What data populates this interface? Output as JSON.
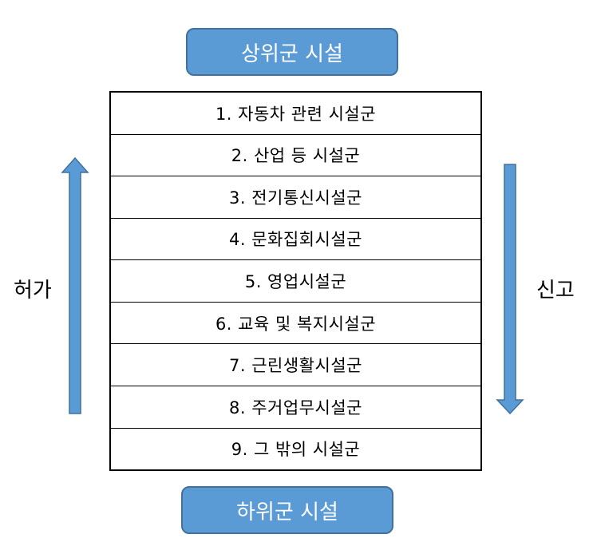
{
  "top_box": {
    "label": "상위군 시설"
  },
  "bottom_box": {
    "label": "하위군 시설"
  },
  "rows": [
    {
      "label": "1. 자동차 관련 시설군"
    },
    {
      "label": "2. 산업 등 시설군"
    },
    {
      "label": "3. 전기통신시설군"
    },
    {
      "label": "4. 문화집회시설군"
    },
    {
      "label": "5. 영업시설군"
    },
    {
      "label": "6. 교육 및 복지시설군"
    },
    {
      "label": "7. 근린생활시설군"
    },
    {
      "label": "8. 주거업무시설군"
    },
    {
      "label": "9. 그 밖의 시설군"
    }
  ],
  "left_arrow": {
    "label": "허가",
    "direction": "up"
  },
  "right_arrow": {
    "label": "신고",
    "direction": "down"
  },
  "colors": {
    "box_fill": "#5b9bd5",
    "box_border": "#41719c",
    "arrow": "#5b9bd5"
  }
}
